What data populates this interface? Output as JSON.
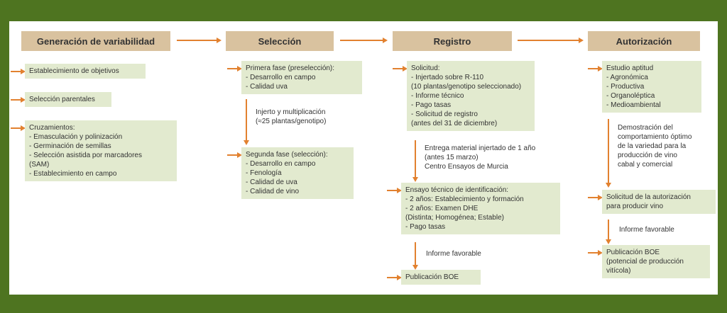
{
  "colors": {
    "frame_green": "#4e7420",
    "header_bg": "#d9c29f",
    "box_bg": "#e2eacf",
    "arrow_orange": "#e2812f",
    "text_dark": "#333333"
  },
  "headers": {
    "col1": "Generación de variabilidad",
    "col2": "Selección",
    "col3": "Registro",
    "col4": "Autorización"
  },
  "col1": {
    "box1": "Establecimiento de objetivos",
    "box2": "Selección parentales",
    "box3": "Cruzamientos:\n- Emasculación y polinización\n- Germinación de semillas\n- Selección asistida por marcadores\n(SAM)\n- Establecimiento en campo"
  },
  "col2": {
    "box1": "Primera fase (preselección):\n- Desarrollo en campo\n- Calidad uva",
    "note1": "Injerto y multiplicación\n(≈25 plantas/genotipo)",
    "box2": "Segunda fase (selección):\n- Desarrollo en campo\n- Fenología\n- Calidad de uva\n- Calidad de vino"
  },
  "col3": {
    "box1": "Solicitud:\n- Injertado sobre R-110\n(10 plantas/genotipo seleccionado)\n- Informe técnico\n- Pago tasas\n- Solicitud de registro\n(antes del 31 de diciembre)",
    "note1": "Entrega material injertado de 1 año\n(antes 15 marzo)\nCentro Ensayos de Murcia",
    "box2": "Ensayo técnico de identificación:\n- 2 años: Establecimiento y formación\n- 2 años: Examen DHE\n(Distinta; Homogénea; Estable)\n- Pago tasas",
    "note2": "Informe favorable",
    "box3": "Publicación BOE"
  },
  "col4": {
    "box1": "Estudio aptitud\n- Agronómica\n- Productiva\n- Organoléptica\n- Medioambiental",
    "note1": "Demostración del\ncomportamiento óptimo\nde la variedad para la\nproducción de vino\ncabal y comercial",
    "box2": "Solicitud de la autorización\npara producir vino",
    "note2": "Informe favorable",
    "box3": "Publicación BOE\n(potencial de producción\nvitícola)"
  }
}
